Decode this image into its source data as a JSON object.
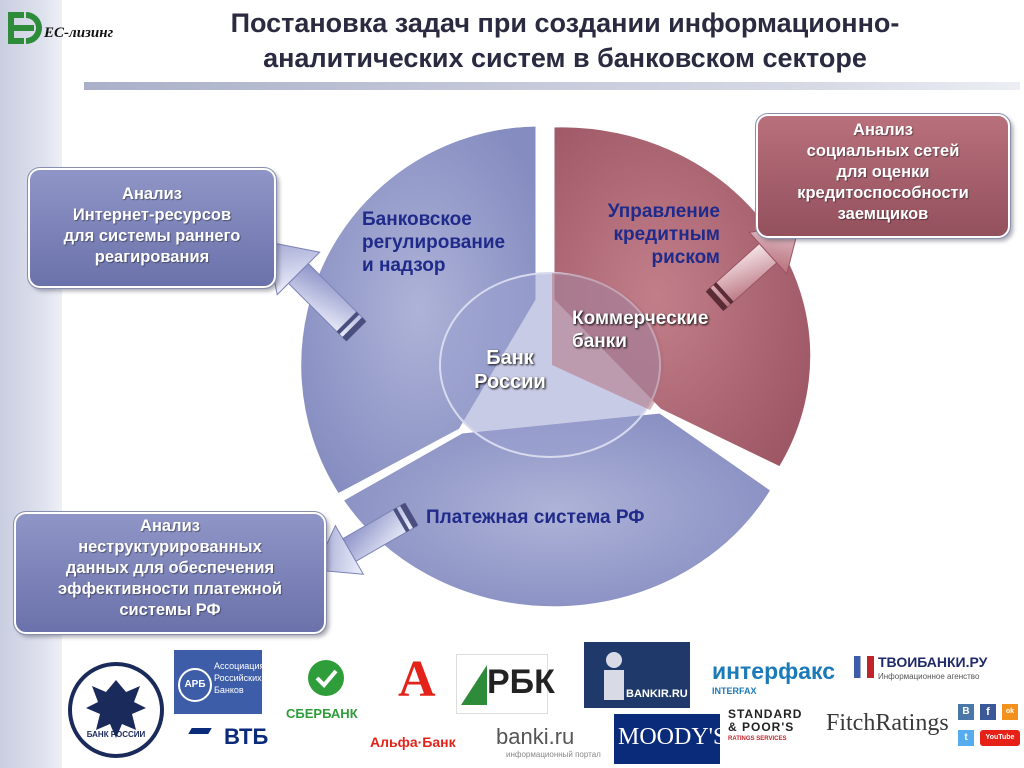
{
  "header": {
    "logo_text": "ЕС-лизинг",
    "title_line1": "Постановка задач при создании информационно-",
    "title_line2": "аналитических систем в банковском секторе"
  },
  "diagram": {
    "center": [
      "Банк",
      "России"
    ],
    "segments": {
      "regulation": [
        "Банковское",
        "регулирование",
        "и надзор"
      ],
      "credit": [
        "Управление",
        "кредитным",
        "риском"
      ],
      "commercial": [
        "Коммерческие",
        "банки"
      ],
      "payment": "Платежная система РФ"
    },
    "callouts": {
      "internet": [
        "Анализ",
        "Интернет-ресурсов",
        "для системы раннего",
        "реагирования"
      ],
      "social": [
        "Анализ",
        "социальных сетей",
        "для оценки",
        "кредитоспособности",
        "заемщиков"
      ],
      "unstructured": [
        "Анализ",
        "неструктурированных",
        "данных  для обеспечения",
        "эффективности платежной",
        "системы РФ"
      ]
    },
    "colors": {
      "blue": "#8f95c6",
      "red": "#a65e6b",
      "text_blue": "#1f2a8a"
    }
  },
  "logos": {
    "bank_russia": "БАНК РОССИИ",
    "arb": [
      "АРБ",
      "Ассоциация",
      "Российских",
      "Банков"
    ],
    "vtb": "ВТБ",
    "sberbank": "СБЕРБАНК",
    "alfa": "Альфа·Банк",
    "rbk": "РБК",
    "banki": "banki.ru",
    "banki_sub": "информационный портал",
    "bankir": "BANKIR.RU",
    "moodys": "MOODY'S",
    "interfax": "интерфакс",
    "interfax_sub": "INTERFAX",
    "sp": [
      "STANDARD",
      "& POOR'S",
      "RATINGS SERVICES"
    ],
    "tvoibanki": "ТВОИБАНКИ.РУ",
    "tvoibanki_sub": "Информационное агенство",
    "fitch": "FitchRatings",
    "social_icons": [
      "B",
      "f",
      "ok",
      "t",
      "YouTube"
    ]
  }
}
